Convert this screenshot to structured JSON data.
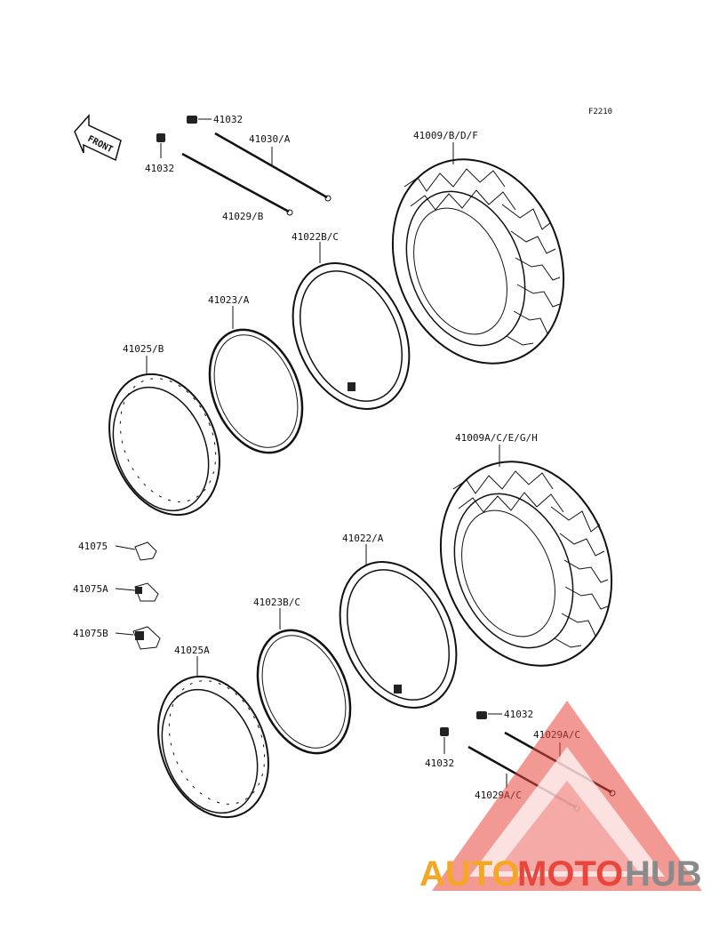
{
  "diagram": {
    "figure_code": "F2210",
    "front_label": "FRONT",
    "labels": {
      "valve_upper_right": "41032",
      "valve_upper_left": "41032",
      "spoke_41030": "41030/A",
      "spoke_41029": "41029/B",
      "tire_rear": "41009/B/D/F",
      "tube_rear": "41022B/C",
      "rimband_rear": "41023/A",
      "rim_rear": "41025/B",
      "tire_front": "41009A/C/E/G/H",
      "nipple_41075": "41075",
      "nipple_41075a": "41075A",
      "nipple_41075b": "41075B",
      "tube_front": "41022/A",
      "rimband_front": "41023B/C",
      "rim_front": "41025A",
      "valve_lower_right": "41032",
      "valve_lower_left": "41032",
      "spoke_lower_upper": "41029A/C",
      "spoke_lower_lower": "41029A/C"
    }
  },
  "watermark": {
    "part1": "AUTO",
    "part2": "MOTO",
    "part3": "HUB",
    "colors": {
      "orange": "#f5a623",
      "red": "#e8463c",
      "gray": "#8a8a8a"
    }
  }
}
